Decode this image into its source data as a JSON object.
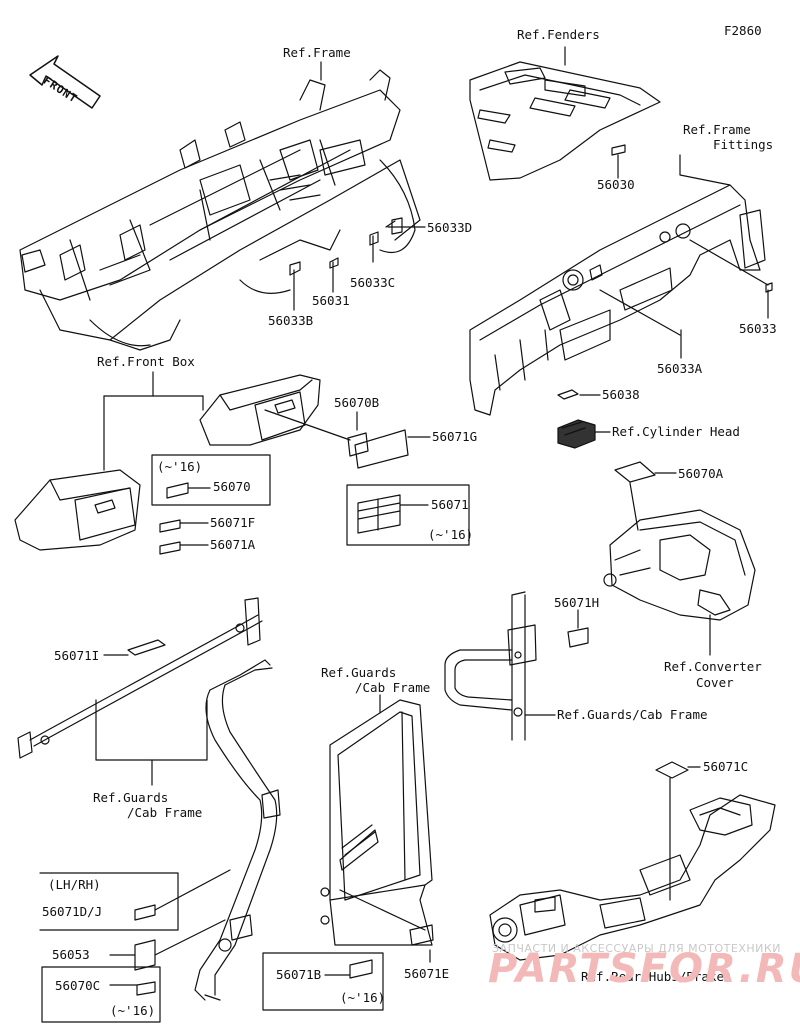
{
  "diagram_code": "F2860",
  "front_label": "FRONT",
  "refs": {
    "frame": "Ref.Frame",
    "fenders": "Ref.Fenders",
    "frame_fittings_1": "Ref.Frame",
    "frame_fittings_2": "Fittings",
    "front_box": "Ref.Front Box",
    "cylinder_head": "Ref.Cylinder Head",
    "converter_cover_1": "Ref.Converter",
    "converter_cover_2": "Cover",
    "guards_cab_1_line1": "Ref.Guards",
    "guards_cab_1_line2": "/Cab Frame",
    "guards_cab_2_line1": "Ref.Guards",
    "guards_cab_2_line2": "/Cab Frame",
    "guards_cab_3": "Ref.Guards/Cab Frame",
    "rear_hubs": "Ref.Rear Hubs/Brakes"
  },
  "parts": {
    "p56030": "56030",
    "p56033D": "56033D",
    "p56033C": "56033C",
    "p56031": "56031",
    "p56033B": "56033B",
    "p56033": "56033",
    "p56033A": "56033A",
    "p56038": "56038",
    "p56070A": "56070A",
    "p56070B": "56070B",
    "p56071G": "56071G",
    "p56070": "56070",
    "p56071": "56071",
    "p56071F": "56071F",
    "p56071A": "56071A",
    "p56071H": "56071H",
    "p56071I": "56071I",
    "p56071C": "56071C",
    "p56071DJ": "56071D/J",
    "p56053": "56053",
    "p56070C": "56070C",
    "p56071B": "56071B",
    "p56071E": "56071E"
  },
  "notes": {
    "upto16_a": "(~'16)",
    "upto16_b": "(~'16)",
    "upto16_c": "(~'16)",
    "upto16_d": "(~'16)",
    "lhrh": "(LH/RH)"
  },
  "watermark": {
    "line1": "ЗАПЧАСТИ И АКСЕССУАРЫ ДЛЯ МОТОТЕХНИКИ",
    "line2": "PARTSFOR.RU"
  }
}
